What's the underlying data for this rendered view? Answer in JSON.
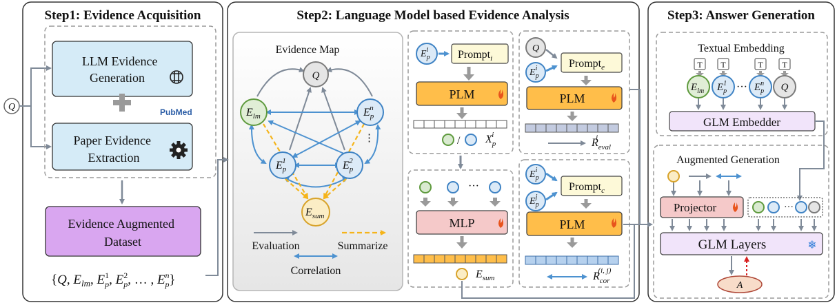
{
  "steps": {
    "step1": "Step1: Evidence Acquisition",
    "step2": "Step2: Language Model based Evidence Analysis",
    "step3": "Step3: Answer Generation"
  },
  "step1": {
    "llm_box": [
      "LLM Evidence",
      "Generation"
    ],
    "paper_box": [
      "Paper Evidence",
      "Extraction"
    ],
    "pubmed": "PubMed",
    "dataset": [
      "Evidence Augmented",
      "Dataset"
    ],
    "set_label": "{Q, E_lm, E_p^1, E_p^2, ..., E_p^n}"
  },
  "evidence_map": {
    "title": "Evidence Map",
    "nodes": {
      "q": "Q",
      "elm": "E",
      "elm_sub": "lm",
      "epn": "E",
      "epn_sub": "p",
      "epn_sup": "n",
      "ep1": "E",
      "ep1_sub": "p",
      "ep1_sup": "1",
      "ep2": "E",
      "ep2_sub": "p",
      "ep2_sup": "2",
      "esum": "E",
      "esum_sub": "sum"
    },
    "dots": "⋮",
    "legend": {
      "evaluation": "Evaluation",
      "summarize": "Summarize",
      "correlation": "Correlation"
    }
  },
  "middle": {
    "prompt_i": "Prompt",
    "prompt_i_sub": "i",
    "plm": "PLM",
    "mlp": "MLP",
    "slash": "/",
    "xpi": "X",
    "xpi_sub": "p",
    "xpi_sup": "i",
    "dots": "···",
    "esum_out": "E",
    "esum_out_sub": "sum"
  },
  "right_top": {
    "q": "Q",
    "prompt_e": "Prompt",
    "prompt_e_sub": "e",
    "plm": "PLM",
    "r_eval": "R",
    "r_eval_sub": "eval",
    "r_eval_sup": "i"
  },
  "right_bottom": {
    "prompt_c": "Prompt",
    "prompt_c_sub": "c",
    "plm": "PLM",
    "r_cor": "R",
    "r_cor_sub": "cor",
    "r_cor_sup": "(i, j)",
    "epj_sup": "j"
  },
  "step3": {
    "textual": "Textual Embedding",
    "t": "T",
    "embedder": "GLM Embedder",
    "augmented": "Augmented Generation",
    "projector": "Projector",
    "layers": "GLM Layers",
    "answer": "A",
    "dots": "···",
    "snow": "❄"
  },
  "colors": {
    "blue_box": "#d5ebf7",
    "purple_box": "#d9a6f0",
    "orange_box": "#ffbe4a",
    "pink_box": "#f5c9c9",
    "lavender_box": "#f1e4fa",
    "yellow_prompt": "#fdf9d8",
    "node_blue": "#3f83c4",
    "node_green": "#5e9a3d",
    "node_yellow": "#d8a32b",
    "arrow_gray": "#7f8a98",
    "arrow_blue": "#4d92d0",
    "arrow_orange": "#f5b41a",
    "fire": "#e8541c",
    "answer_fill": "#f8dcc9",
    "answer_stroke": "#b04a3a"
  }
}
